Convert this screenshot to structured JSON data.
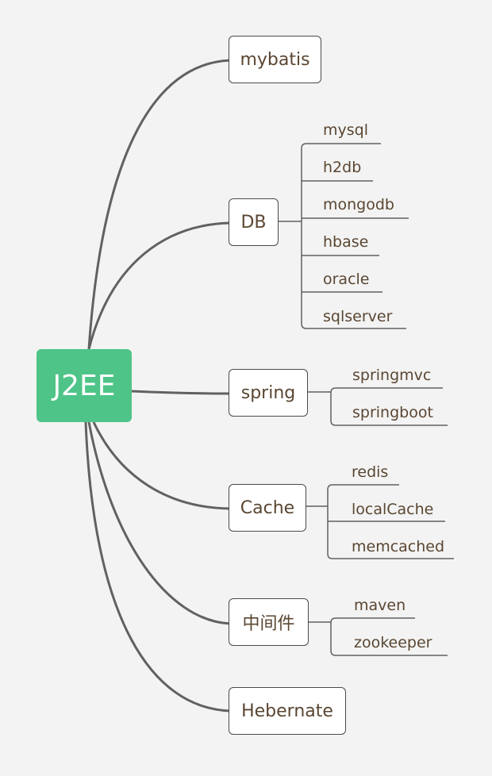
{
  "root": {
    "label": "J2EE",
    "color": "#4fc488"
  },
  "branches": [
    {
      "label": "mybatis",
      "children": []
    },
    {
      "label": "DB",
      "children": [
        "mysql",
        "h2db",
        "mongodb",
        "hbase",
        "oracle",
        "sqlserver"
      ]
    },
    {
      "label": "spring",
      "children": [
        "springmvc",
        "springboot"
      ]
    },
    {
      "label": "Cache",
      "children": [
        "redis",
        "localCache",
        "memcached"
      ]
    },
    {
      "label": "中间件",
      "children": [
        "maven",
        "zookeeper"
      ]
    },
    {
      "label": "Hebernate",
      "children": []
    }
  ],
  "colors": {
    "line": "#616161",
    "text": "#5a4632",
    "background": "#f3f3f3"
  }
}
